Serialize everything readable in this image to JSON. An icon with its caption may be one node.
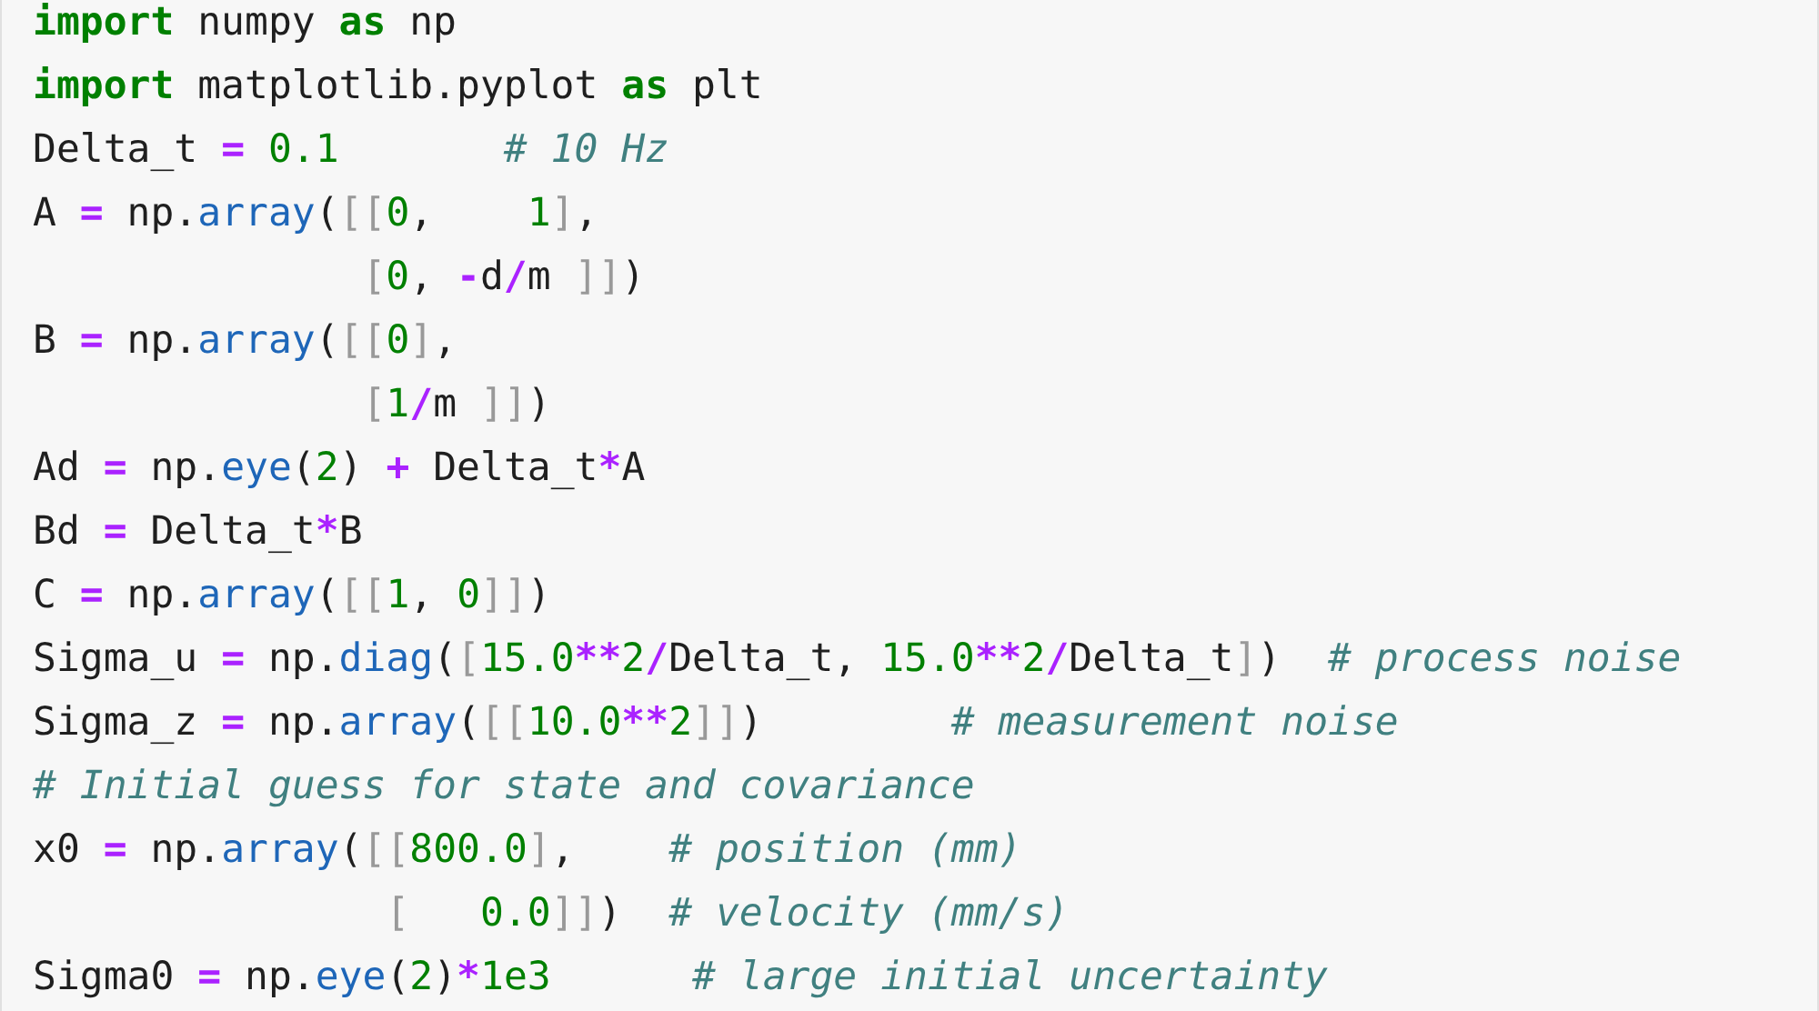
{
  "diagram": {
    "labels": [
      "import numpy as np",
      "import matplotlib.pyplot as plt",
      "Delta_t = 0.1       # 10 Hz",
      "A = np.array([[0,    1],",
      "              [0, -d/m ]])",
      "B = np.array([[0],",
      "              [1/m ]])",
      "Ad = np.eye(2) + Delta_t*A",
      "Bd = Delta_t*B",
      "C = np.array([[1, 0]])",
      "Sigma_u = np.diag([15.0**2/Delta_t, 15.0**2/Delta_t])  # process noise",
      "Sigma_z = np.array([[10.0**2]])        # measurement noise",
      "# Initial guess for state and covariance",
      "x0 = np.array([[800.0],    # position (mm)",
      "               [   0.0]])  # velocity (mm/s)",
      "Sigma0 = np.eye(2)*1e3      # large initial uncertainty"
    ]
  }
}
